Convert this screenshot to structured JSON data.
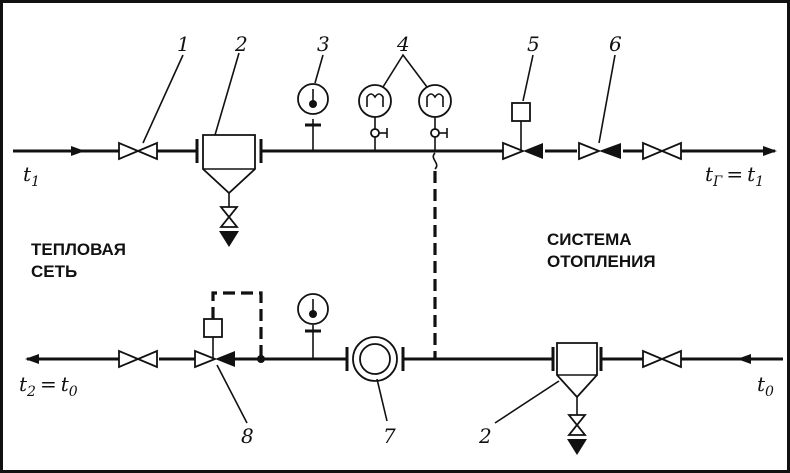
{
  "labels": {
    "t1_in": {
      "main": "t",
      "sub": "1"
    },
    "tr_out": {
      "main": "t",
      "sub": "Г",
      "eq": "=",
      "main2": "t",
      "sub2": "1"
    },
    "t2_out": {
      "main": "t",
      "sub": "2",
      "eq": "=",
      "main2": "t",
      "sub2": "0"
    },
    "t0_in": {
      "main": "t",
      "sub": "0"
    }
  },
  "captions": {
    "left_line1": "ТЕПЛОВАЯ",
    "left_line2": "СЕТЬ",
    "right_line1": "СИСТЕМА",
    "right_line2": "ОТОПЛЕНИЯ"
  },
  "numbers": {
    "n1": "1",
    "n2_top": "2",
    "n3": "3",
    "n4": "4",
    "n5": "5",
    "n6": "6",
    "n7": "7",
    "n8": "8",
    "n2_bottom": "2"
  }
}
